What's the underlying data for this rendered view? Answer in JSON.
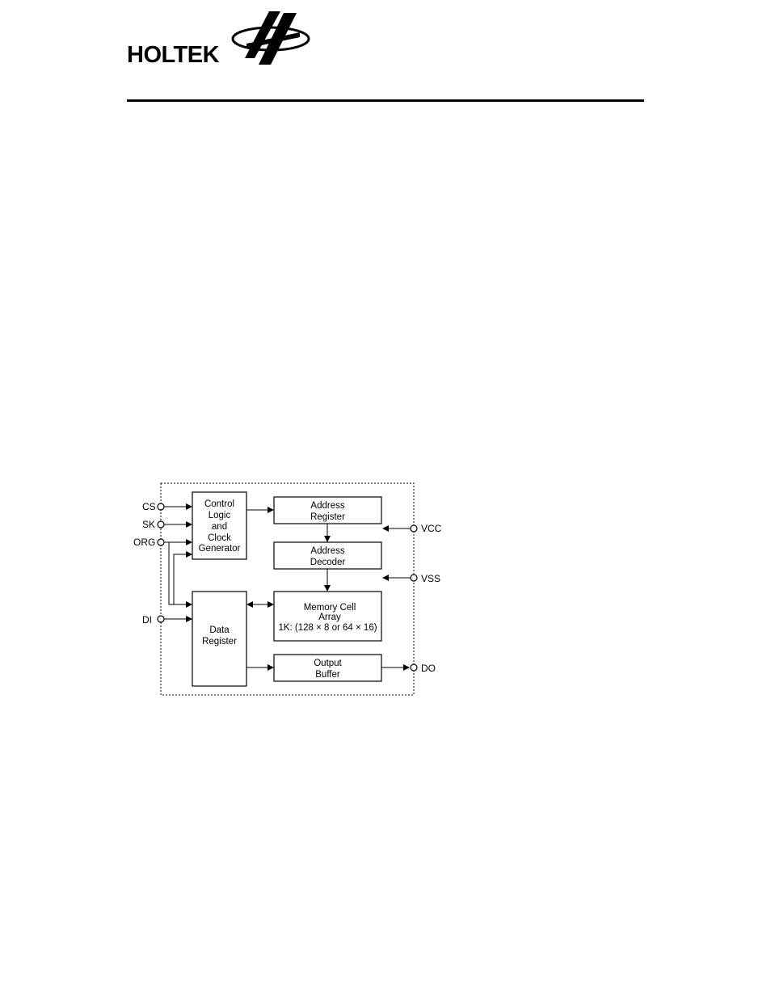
{
  "header": {
    "logo_text": "HOLTEK"
  },
  "diagram": {
    "blocks": {
      "control_logic": [
        "Control",
        "Logic",
        "and",
        "Clock",
        "Generator"
      ],
      "address_register": [
        "Address",
        "Register"
      ],
      "address_decoder": [
        "Address",
        "Decoder"
      ],
      "memory_array": [
        "Memory Cell",
        "Array",
        "1K: (128 × 8 or 64 × 16)"
      ],
      "data_register": [
        "Data",
        "Register"
      ],
      "output_buffer": [
        "Output",
        "Buffer"
      ]
    },
    "pins": {
      "cs": "CS",
      "sk": "SK",
      "org": "ORG",
      "di": "DI",
      "vcc": "VCC",
      "vss": "VSS",
      "do": "DO"
    }
  }
}
